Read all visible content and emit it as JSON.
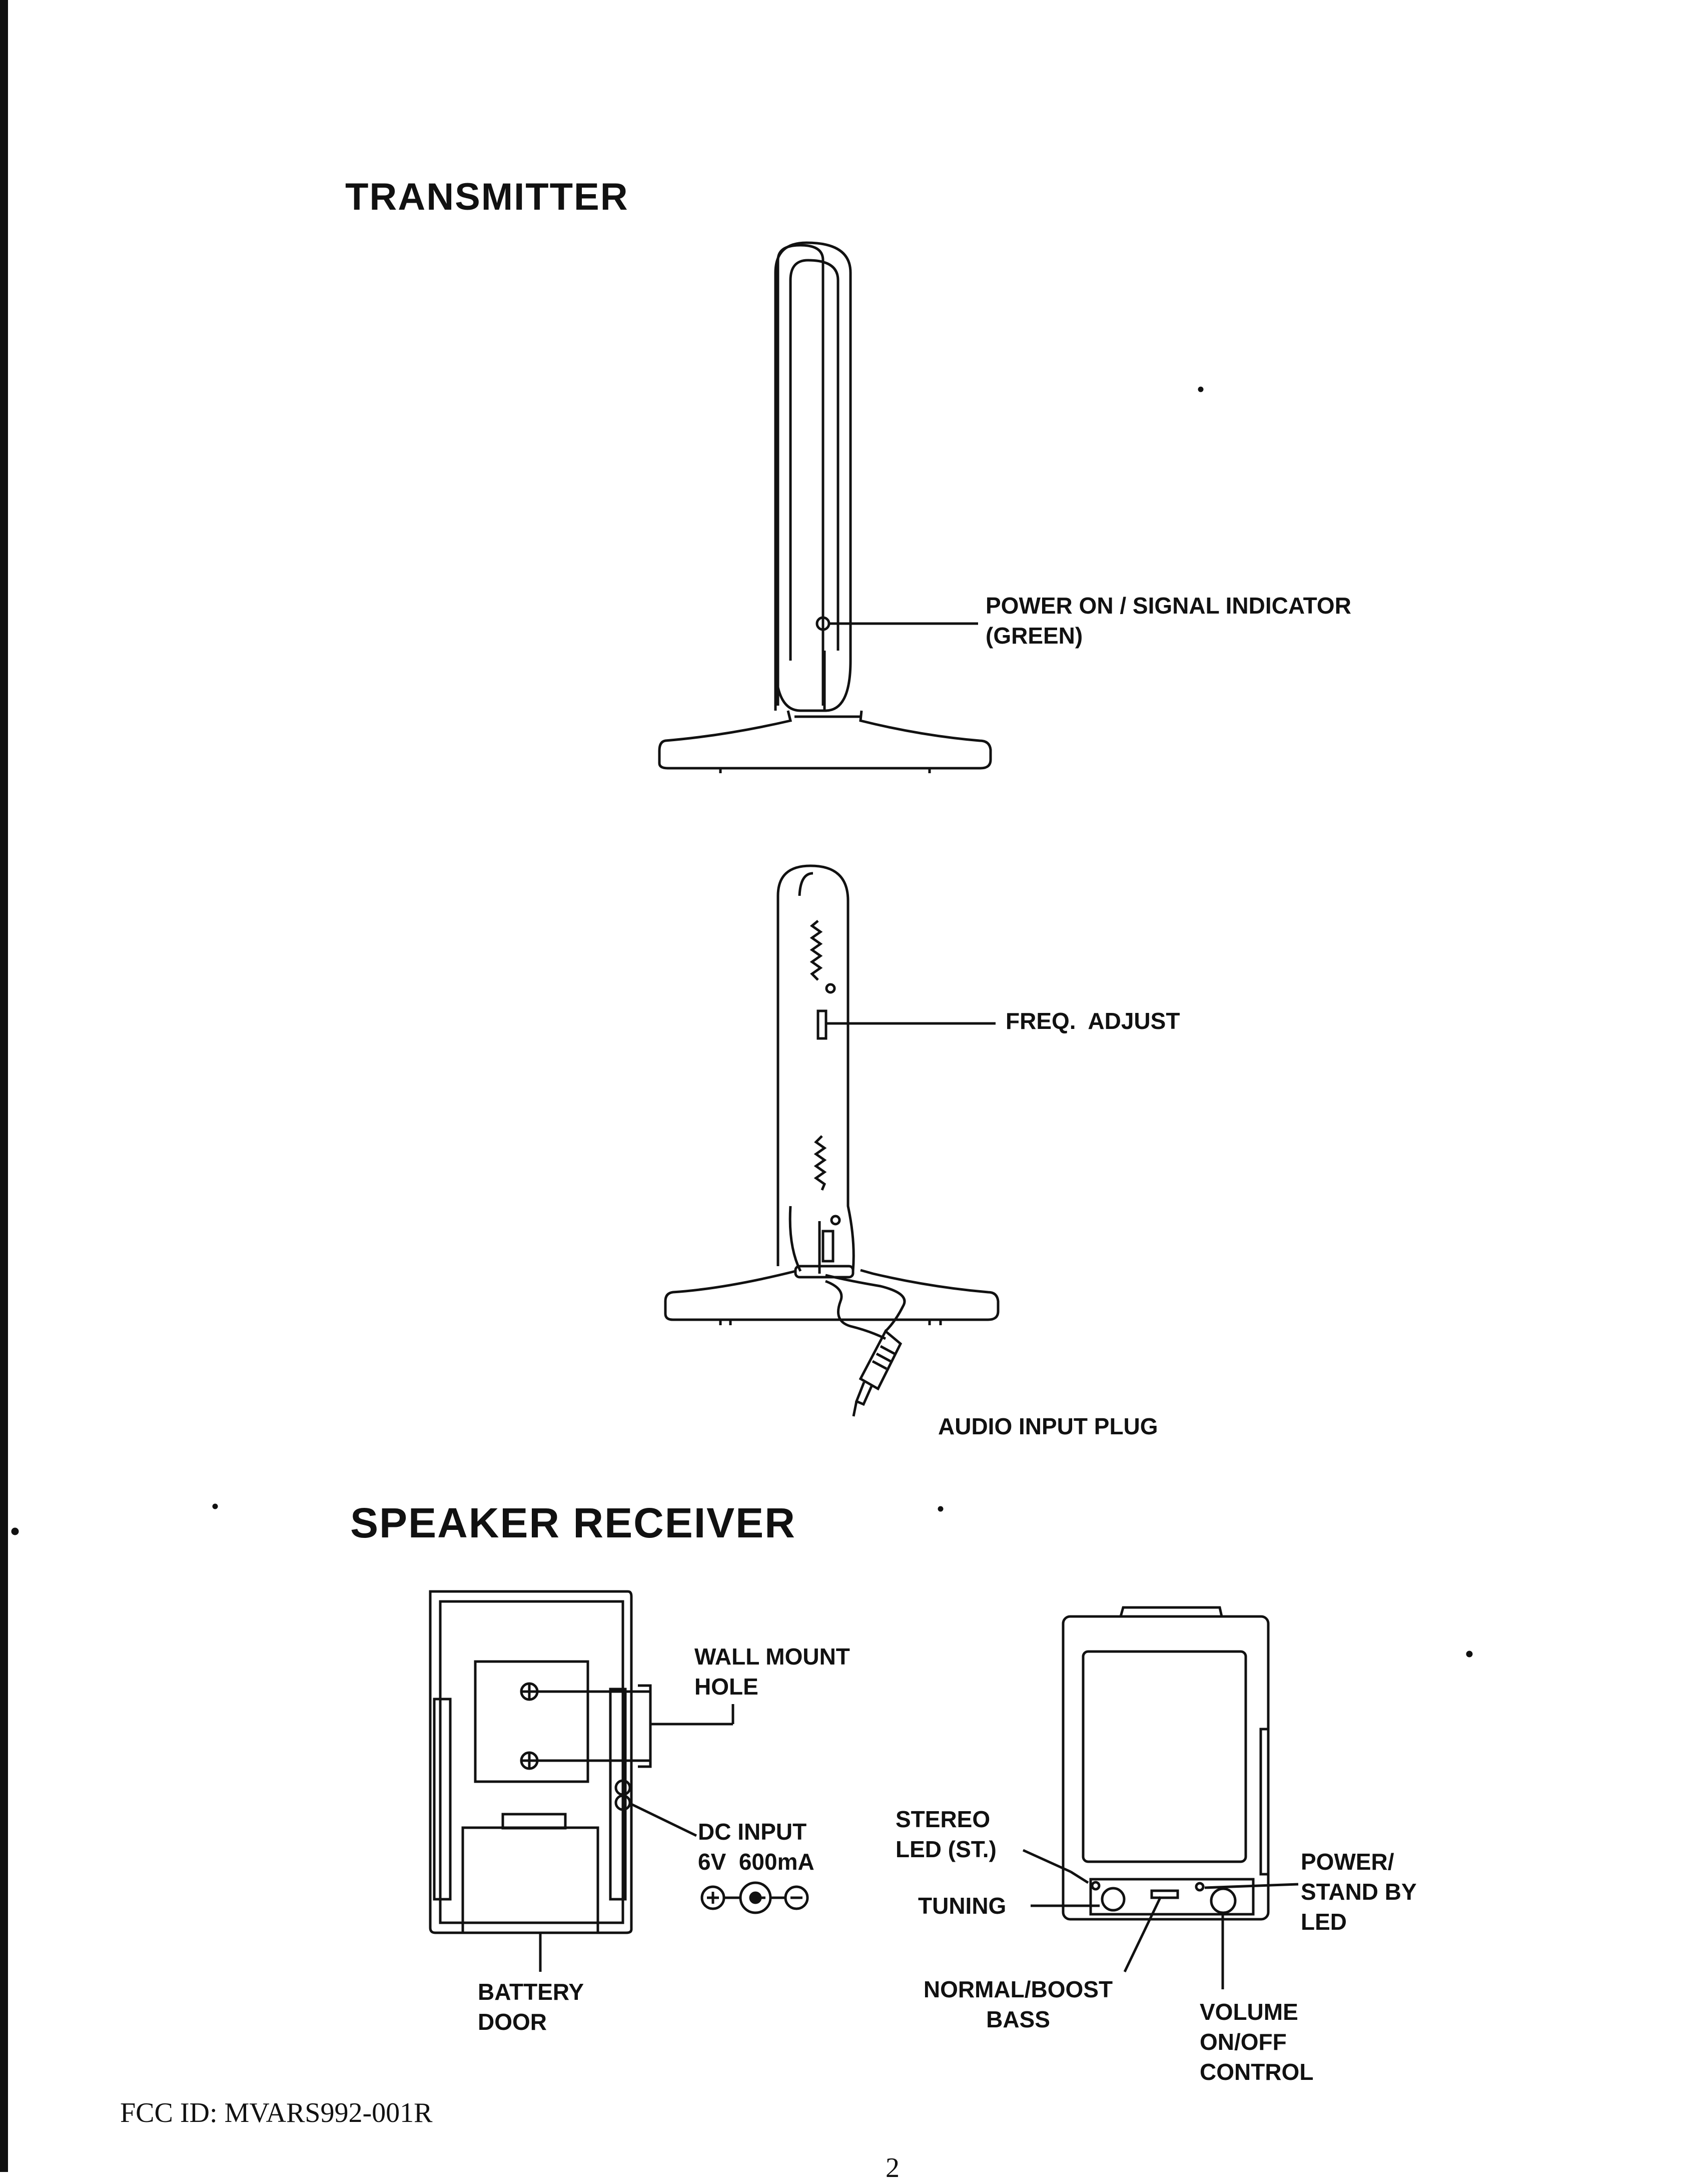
{
  "sections": {
    "transmitter_title": "TRANSMITTER",
    "speaker_receiver_title": "SPEAKER RECEIVER"
  },
  "labels": {
    "power_on_signal_indicator": "POWER ON / SIGNAL INDICATOR\n(GREEN)",
    "freq_adjust": "FREQ.  ADJUST",
    "audio_input_plug": "AUDIO INPUT PLUG",
    "wall_mount_hole": "WALL MOUNT\nHOLE",
    "dc_input": "DC INPUT\n6V  600mA",
    "battery_door": "BATTERY\nDOOR",
    "stereo_led": "STEREO\nLED (ST.)",
    "tuning": "TUNING",
    "power_standby_led": "POWER/\nSTAND BY\nLED",
    "normal_boost_bass": "NORMAL/BOOST\nBASS",
    "volume_control": "VOLUME\nON/OFF\nCONTROL"
  },
  "footer": {
    "fcc_id": "FCC ID: MVARS992-001R",
    "page_number": "2"
  }
}
